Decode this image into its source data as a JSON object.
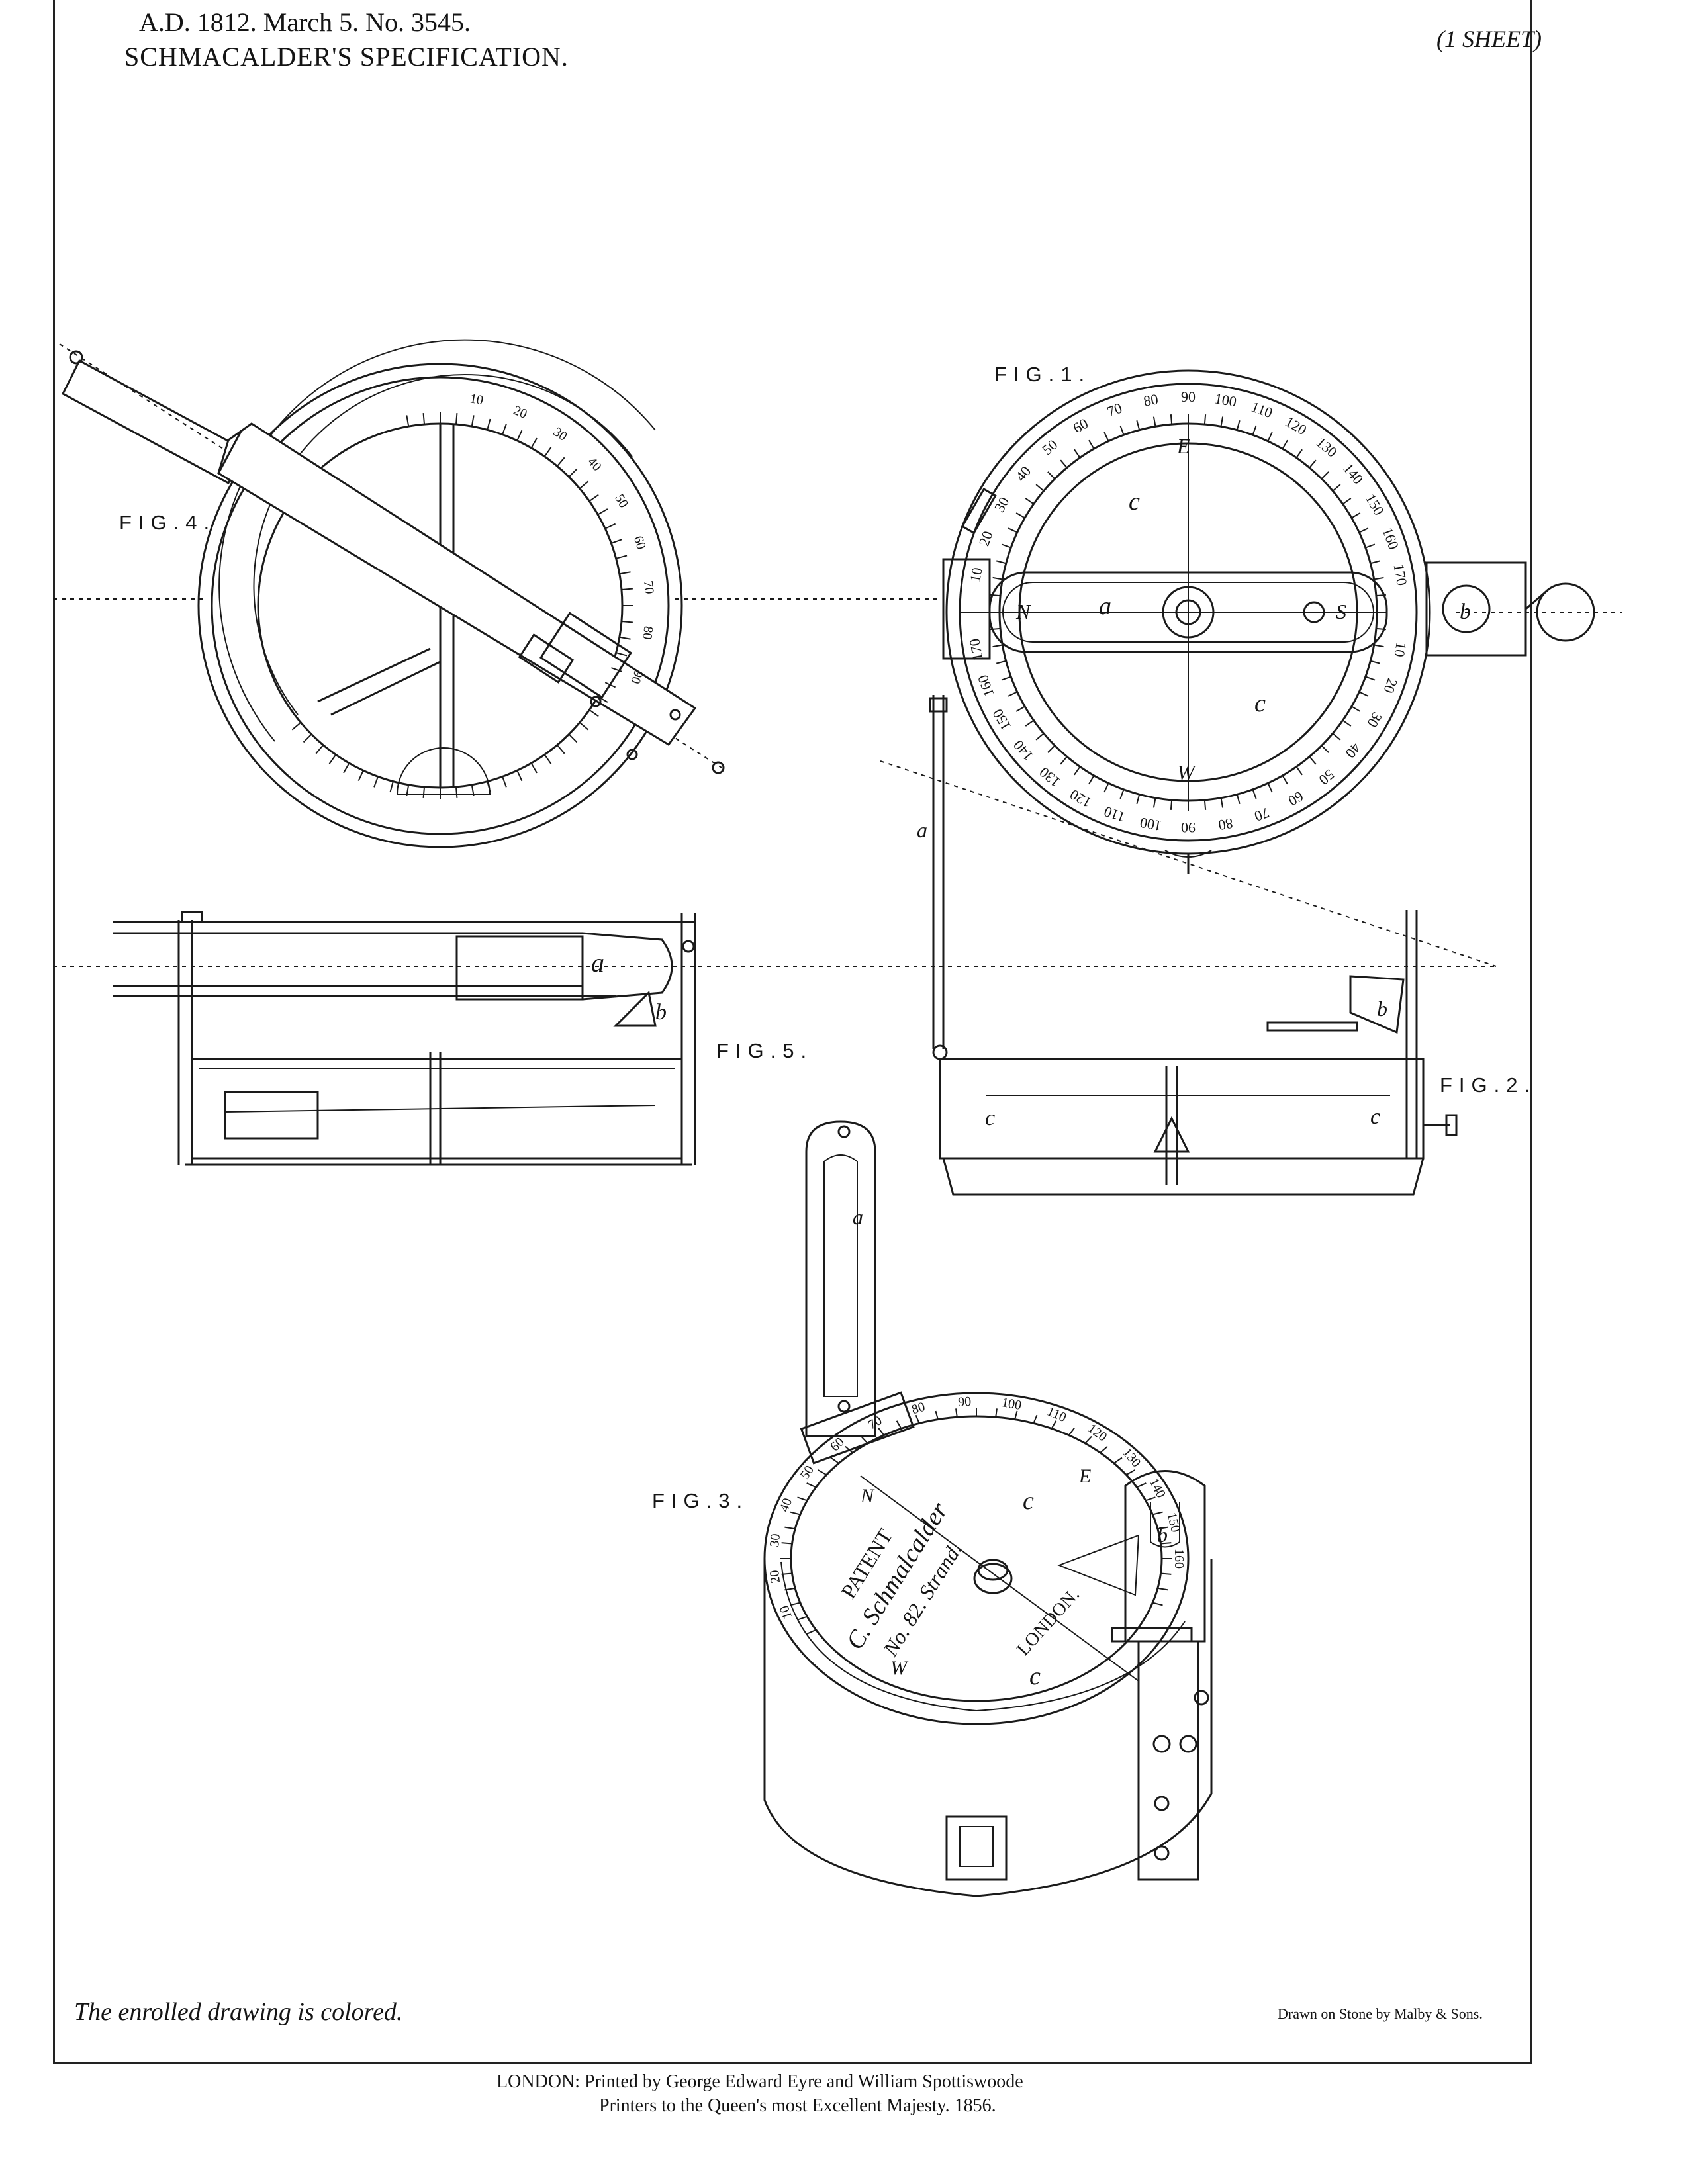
{
  "header": {
    "line1": "A.D. 1812. March 5. No. 3545.",
    "line2": "SCHMACALDER'S SPECIFICATION.",
    "sheet": "(1 SHEET)"
  },
  "figures": {
    "fig1": "FIG.1.",
    "fig2": "FIG.2.",
    "fig3": "FIG.3.",
    "fig4": "FIG.4.",
    "fig5": "FIG.5."
  },
  "labels": {
    "fig1": {
      "c_top": "c",
      "c_bottom": "c",
      "a": "a",
      "b": "b",
      "north": "N",
      "south": "S",
      "east": "E",
      "west": "W"
    },
    "fig2": {
      "a": "a",
      "b": "b",
      "c_left": "c",
      "c_mid": "c"
    },
    "fig3": {
      "a": "a",
      "b": "b",
      "c_top": "c",
      "c_bottom": "c",
      "north": "N",
      "east": "E",
      "west": "W"
    },
    "fig5": {
      "a": "a",
      "b": "b"
    }
  },
  "dial_inscription": {
    "line1": "PATENT",
    "line2": "C. Schmalcalder",
    "line3": "No. 82. Strand.",
    "line4": "LONDON."
  },
  "scale_numbers": [
    "10",
    "20",
    "30",
    "40",
    "50",
    "60",
    "70",
    "80",
    "90",
    "100",
    "110",
    "120",
    "130",
    "140",
    "150",
    "160",
    "170"
  ],
  "footer": {
    "colored_note": "The enrolled drawing is colored.",
    "drawn_by": "Drawn on Stone by Malby & Sons.",
    "printer_line1": "LONDON: Printed by George Edward Eyre and William Spottiswoode",
    "printer_line2": "Printers to the Queen's most Excellent Majesty. 1856."
  }
}
